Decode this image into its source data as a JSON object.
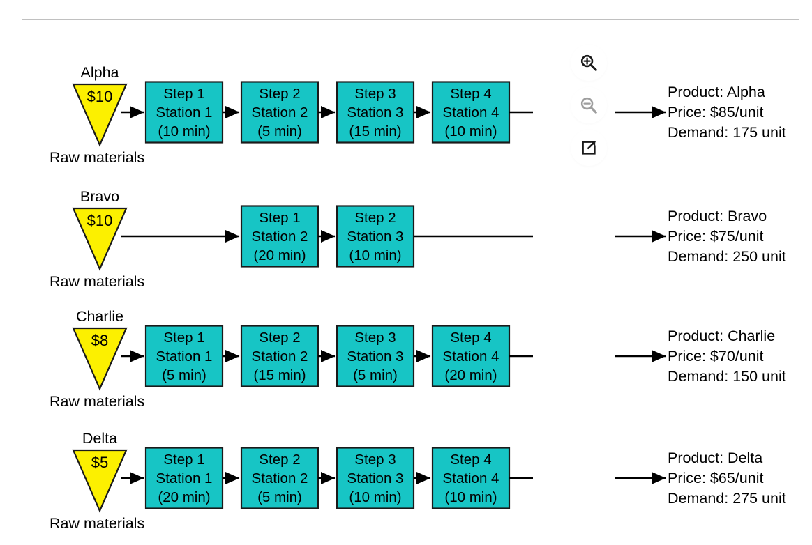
{
  "canvas": {
    "border_color": "#c0c0c0",
    "background": "#ffffff"
  },
  "palette": {
    "node_fill": "#17c5c5",
    "source_fill": "#fcf000",
    "stroke": "#1a1a1a",
    "line": "#000000",
    "icon_active": "#1a1a1a",
    "icon_disabled": "#9e9e9e"
  },
  "toolbar": {
    "buttons": [
      {
        "name": "zoom-in-button",
        "icon": "zoom-in-icon",
        "label": "Zoom in",
        "state": "enabled"
      },
      {
        "name": "zoom-out-button",
        "icon": "zoom-out-icon",
        "label": "Zoom out",
        "state": "disabled"
      },
      {
        "name": "open-in-new-button",
        "icon": "external-link-icon",
        "label": "Open in new view",
        "state": "enabled"
      }
    ]
  },
  "diagram": {
    "type": "process-flow",
    "source_caption": "Raw materials",
    "rows": [
      {
        "product": "Alpha",
        "source_cost": "$10",
        "source_caption": "Raw materials",
        "steps": [
          {
            "step": "Step 1",
            "station": "Station 1",
            "time": "(10 min)",
            "slot": 1
          },
          {
            "step": "Step 2",
            "station": "Station 2",
            "time": "(5 min)",
            "slot": 2
          },
          {
            "step": "Step 3",
            "station": "Station 3",
            "time": "(15 min)",
            "slot": 3
          },
          {
            "step": "Step 4",
            "station": "Station 4",
            "time": "(10 min)",
            "slot": 4
          }
        ],
        "info": {
          "product_line": "Product: Alpha",
          "price_line": "Price: $85/unit",
          "demand_line": "Demand: 175 unit"
        }
      },
      {
        "product": "Bravo",
        "source_cost": "$10",
        "source_caption": "Raw materials",
        "steps": [
          {
            "step": "Step 1",
            "station": "Station 2",
            "time": "(20 min)",
            "slot": 2
          },
          {
            "step": "Step 2",
            "station": "Station 3",
            "time": "(10 min)",
            "slot": 3
          }
        ],
        "info": {
          "product_line": "Product: Bravo",
          "price_line": "Price: $75/unit",
          "demand_line": "Demand: 250 unit"
        }
      },
      {
        "product": "Charlie",
        "source_cost": "$8",
        "source_caption": "Raw materials",
        "steps": [
          {
            "step": "Step 1",
            "station": "Station 1",
            "time": "(5 min)",
            "slot": 1
          },
          {
            "step": "Step 2",
            "station": "Station 2",
            "time": "(15 min)",
            "slot": 2
          },
          {
            "step": "Step 3",
            "station": "Station 3",
            "time": "(5 min)",
            "slot": 3
          },
          {
            "step": "Step 4",
            "station": "Station 4",
            "time": "(20 min)",
            "slot": 4
          }
        ],
        "info": {
          "product_line": "Product: Charlie",
          "price_line": "Price: $70/unit",
          "demand_line": "Demand: 150 unit"
        }
      },
      {
        "product": "Delta",
        "source_cost": "$5",
        "source_caption": "Raw materials",
        "steps": [
          {
            "step": "Step 1",
            "station": "Station 1",
            "time": "(20 min)",
            "slot": 1
          },
          {
            "step": "Step 2",
            "station": "Station 2",
            "time": "(5 min)",
            "slot": 2
          },
          {
            "step": "Step 3",
            "station": "Station 3",
            "time": "(10 min)",
            "slot": 3
          },
          {
            "step": "Step 4",
            "station": "Station 4",
            "time": "(10 min)",
            "slot": 4
          }
        ],
        "info": {
          "product_line": "Product: Delta",
          "price_line": "Price: $65/unit",
          "demand_line": "Demand: 275 unit"
        }
      }
    ]
  }
}
